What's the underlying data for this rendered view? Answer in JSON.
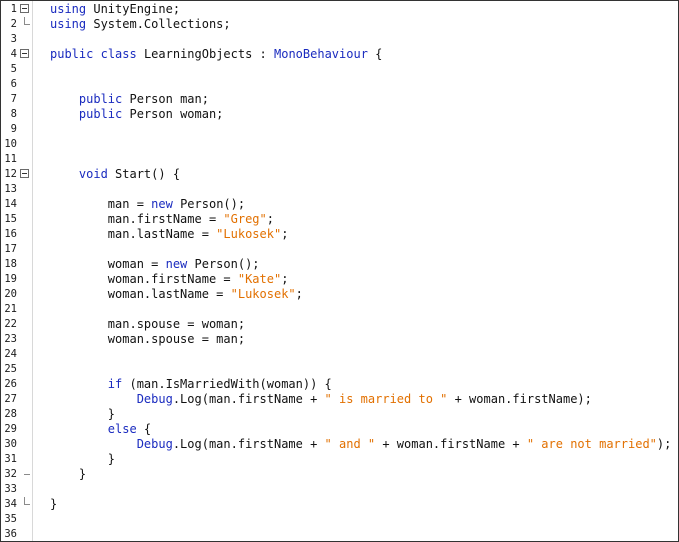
{
  "editor": {
    "colors": {
      "keyword": "#1a2bbf",
      "string": "#e27000",
      "plain": "#111111"
    },
    "lines": [
      {
        "n": "1",
        "fold": "open",
        "tokens": [
          {
            "t": "kw",
            "v": "using"
          },
          {
            "t": "pl",
            "v": " UnityEngine;"
          }
        ]
      },
      {
        "n": "2",
        "fold": "end",
        "tokens": [
          {
            "t": "kw",
            "v": "using"
          },
          {
            "t": "pl",
            "v": " System.Collections;"
          }
        ]
      },
      {
        "n": "3",
        "tokens": []
      },
      {
        "n": "4",
        "fold": "open",
        "tokens": [
          {
            "t": "kw",
            "v": "public"
          },
          {
            "t": "pl",
            "v": " "
          },
          {
            "t": "kw",
            "v": "class"
          },
          {
            "t": "pl",
            "v": " LearningObjects : "
          },
          {
            "t": "ty",
            "v": "MonoBehaviour"
          },
          {
            "t": "pl",
            "v": " {"
          }
        ]
      },
      {
        "n": "5",
        "tokens": []
      },
      {
        "n": "6",
        "tokens": []
      },
      {
        "n": "7",
        "tokens": [
          {
            "t": "pl",
            "v": "    "
          },
          {
            "t": "kw",
            "v": "public"
          },
          {
            "t": "pl",
            "v": " Person man;"
          }
        ]
      },
      {
        "n": "8",
        "tokens": [
          {
            "t": "pl",
            "v": "    "
          },
          {
            "t": "kw",
            "v": "public"
          },
          {
            "t": "pl",
            "v": " Person woman;"
          }
        ]
      },
      {
        "n": "9",
        "tokens": []
      },
      {
        "n": "10",
        "tokens": []
      },
      {
        "n": "11",
        "tokens": []
      },
      {
        "n": "12",
        "fold": "open",
        "tokens": [
          {
            "t": "pl",
            "v": "    "
          },
          {
            "t": "kw",
            "v": "void"
          },
          {
            "t": "pl",
            "v": " Start() {"
          }
        ]
      },
      {
        "n": "13",
        "tokens": []
      },
      {
        "n": "14",
        "tokens": [
          {
            "t": "pl",
            "v": "        man = "
          },
          {
            "t": "kw",
            "v": "new"
          },
          {
            "t": "pl",
            "v": " Person();"
          }
        ]
      },
      {
        "n": "15",
        "tokens": [
          {
            "t": "pl",
            "v": "        man.firstName = "
          },
          {
            "t": "str",
            "v": "\"Greg\""
          },
          {
            "t": "pl",
            "v": ";"
          }
        ]
      },
      {
        "n": "16",
        "tokens": [
          {
            "t": "pl",
            "v": "        man.lastName = "
          },
          {
            "t": "str",
            "v": "\"Lukosek\""
          },
          {
            "t": "pl",
            "v": ";"
          }
        ]
      },
      {
        "n": "17",
        "tokens": []
      },
      {
        "n": "18",
        "tokens": [
          {
            "t": "pl",
            "v": "        woman = "
          },
          {
            "t": "kw",
            "v": "new"
          },
          {
            "t": "pl",
            "v": " Person();"
          }
        ]
      },
      {
        "n": "19",
        "tokens": [
          {
            "t": "pl",
            "v": "        woman.firstName = "
          },
          {
            "t": "str",
            "v": "\"Kate\""
          },
          {
            "t": "pl",
            "v": ";"
          }
        ]
      },
      {
        "n": "20",
        "tokens": [
          {
            "t": "pl",
            "v": "        woman.lastName = "
          },
          {
            "t": "str",
            "v": "\"Lukosek\""
          },
          {
            "t": "pl",
            "v": ";"
          }
        ]
      },
      {
        "n": "21",
        "tokens": []
      },
      {
        "n": "22",
        "tokens": [
          {
            "t": "pl",
            "v": "        man.spouse = woman;"
          }
        ]
      },
      {
        "n": "23",
        "tokens": [
          {
            "t": "pl",
            "v": "        woman.spouse = man;"
          }
        ]
      },
      {
        "n": "24",
        "tokens": []
      },
      {
        "n": "25",
        "tokens": []
      },
      {
        "n": "26",
        "tokens": [
          {
            "t": "pl",
            "v": "        "
          },
          {
            "t": "kw",
            "v": "if"
          },
          {
            "t": "pl",
            "v": " (man.IsMarriedWith(woman)) {"
          }
        ]
      },
      {
        "n": "27",
        "tokens": [
          {
            "t": "pl",
            "v": "            "
          },
          {
            "t": "ty",
            "v": "Debug"
          },
          {
            "t": "pl",
            "v": ".Log(man.firstName + "
          },
          {
            "t": "str",
            "v": "\" is married to \""
          },
          {
            "t": "pl",
            "v": " + woman.firstName);"
          }
        ]
      },
      {
        "n": "28",
        "tokens": [
          {
            "t": "pl",
            "v": "        }"
          }
        ]
      },
      {
        "n": "29",
        "tokens": [
          {
            "t": "pl",
            "v": "        "
          },
          {
            "t": "kw",
            "v": "else"
          },
          {
            "t": "pl",
            "v": " {"
          }
        ]
      },
      {
        "n": "30",
        "tokens": [
          {
            "t": "pl",
            "v": "            "
          },
          {
            "t": "ty",
            "v": "Debug"
          },
          {
            "t": "pl",
            "v": ".Log(man.firstName + "
          },
          {
            "t": "str",
            "v": "\" and \""
          },
          {
            "t": "pl",
            "v": " + woman.firstName + "
          },
          {
            "t": "str",
            "v": "\" are not married\""
          },
          {
            "t": "pl",
            "v": ");"
          }
        ]
      },
      {
        "n": "31",
        "tokens": [
          {
            "t": "pl",
            "v": "        }"
          }
        ]
      },
      {
        "n": "32",
        "fold": "tick",
        "tokens": [
          {
            "t": "pl",
            "v": "    }"
          }
        ]
      },
      {
        "n": "33",
        "tokens": []
      },
      {
        "n": "34",
        "fold": "end",
        "tokens": [
          {
            "t": "pl",
            "v": "}"
          }
        ]
      },
      {
        "n": "35",
        "tokens": []
      },
      {
        "n": "36",
        "tokens": []
      }
    ]
  }
}
